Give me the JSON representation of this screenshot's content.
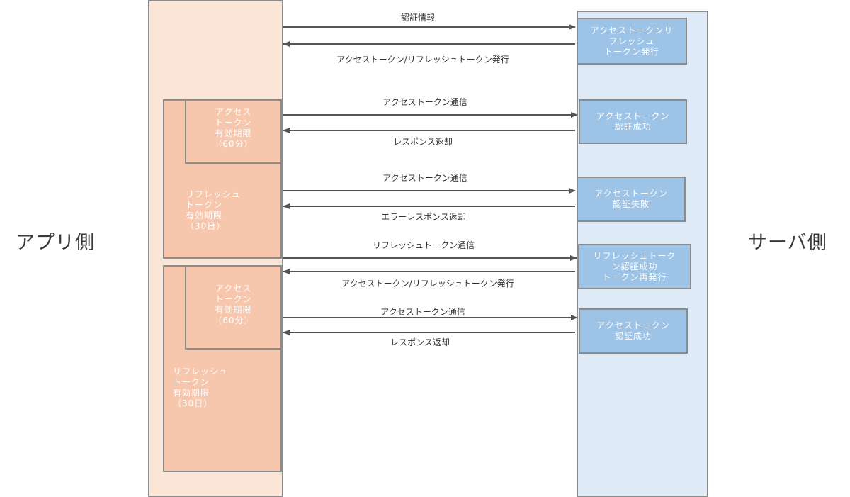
{
  "app_side_label": "アプリ側",
  "server_side_label": "サーバ側",
  "app_lane_color": "#fbe5d6",
  "server_lane_color": "#deebf7",
  "token_box_color": "#f6c6ad",
  "server_box_color": "#9dc3e6",
  "messages": [
    "認証情報",
    "アクセストークン/リフレッシュトークン発行",
    "アクセストークン通信",
    "レスポンス返却",
    "アクセストークン通信",
    "エラーレスポンス返却",
    "リフレッシュトークン通信",
    "アクセストークン/リフレッシュトークン発行",
    "アクセストークン通信",
    "レスポンス返却"
  ],
  "server_boxes": [
    "アクセストークンリ\nフレッシュ\nトークン発行",
    "アクセストークン\n認証成功",
    "アクセストークン\n認証失敗",
    "リフレッシュトーク\nン認証成功\nトークン再発行",
    "アクセストークン\n認証成功"
  ],
  "app_boxes": {
    "refresh_1": "リフレッシュ\nトークン\n有効期限\n（30日）",
    "access_1": "アクセス\nトークン\n有効期限\n（60分）",
    "refresh_2": "リフレッシュ\nトークン\n有効期限\n（30日）",
    "access_2": "アクセス\nトークン\n有効期限\n（60分）"
  }
}
